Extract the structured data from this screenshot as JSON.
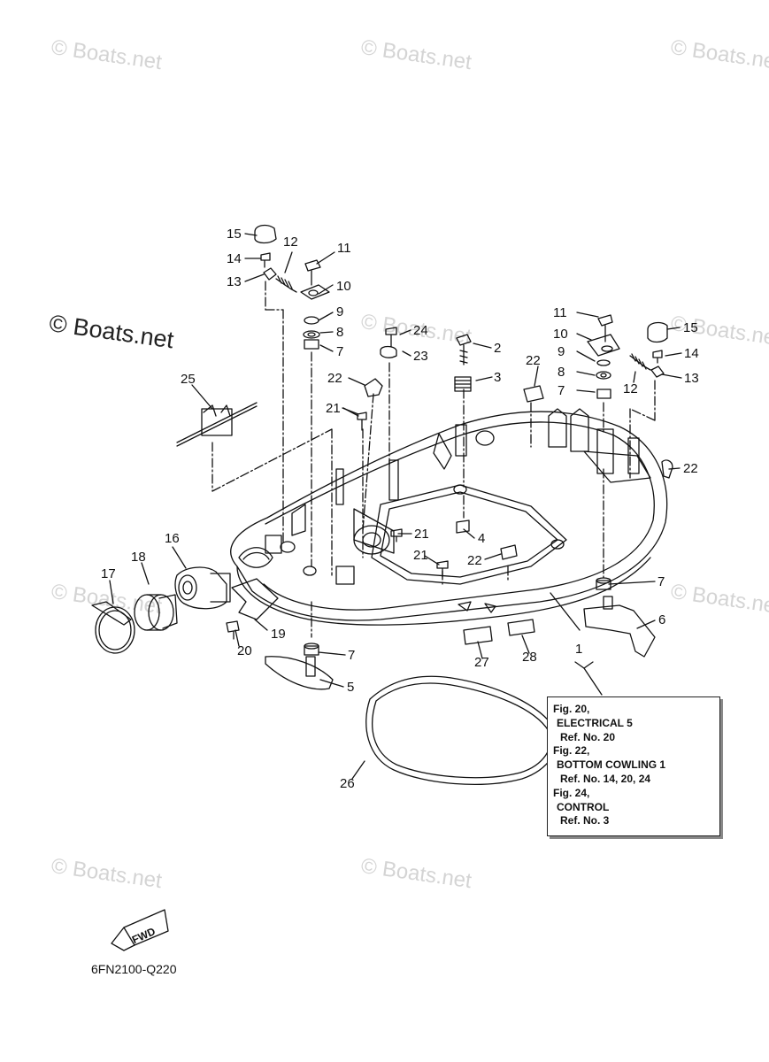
{
  "watermarks": [
    "© Boats.net",
    "© Boats.net",
    "© Boats.net",
    "© Boats.net",
    "© Boats.net",
    "© Boats.net",
    "© Boats.net",
    "© Boats.net",
    "© Boats.net"
  ],
  "main_watermark": "© Boats.net",
  "callouts": [
    "15",
    "14",
    "13",
    "12",
    "11",
    "10",
    "9",
    "8",
    "7",
    "24",
    "23",
    "2",
    "3",
    "22",
    "21",
    "25",
    "11",
    "10",
    "15",
    "9",
    "14",
    "12",
    "13",
    "8",
    "7",
    "22",
    "22",
    "4",
    "21",
    "21",
    "22",
    "16",
    "18",
    "17",
    "19",
    "20",
    "7",
    "7",
    "6",
    "5",
    "1",
    "27",
    "28",
    "26"
  ],
  "ref_box": {
    "lines": [
      {
        "text": "Fig. 20,",
        "indent": 0
      },
      {
        "text": "ELECTRICAL 5",
        "indent": 1
      },
      {
        "text": "Ref. No. 20",
        "indent": 2
      },
      {
        "text": "Fig. 22,",
        "indent": 0
      },
      {
        "text": "BOTTOM COWLING 1",
        "indent": 1
      },
      {
        "text": "Ref. No. 14, 20, 24",
        "indent": 2
      },
      {
        "text": "Fig. 24,",
        "indent": 0
      },
      {
        "text": "CONTROL",
        "indent": 1
      },
      {
        "text": "Ref. No. 3",
        "indent": 2
      }
    ]
  },
  "fwd_label": "FWD",
  "diagram_code": "6FN2100-Q220",
  "colors": {
    "ink": "#111111",
    "watermark": "#d4d4d4"
  }
}
